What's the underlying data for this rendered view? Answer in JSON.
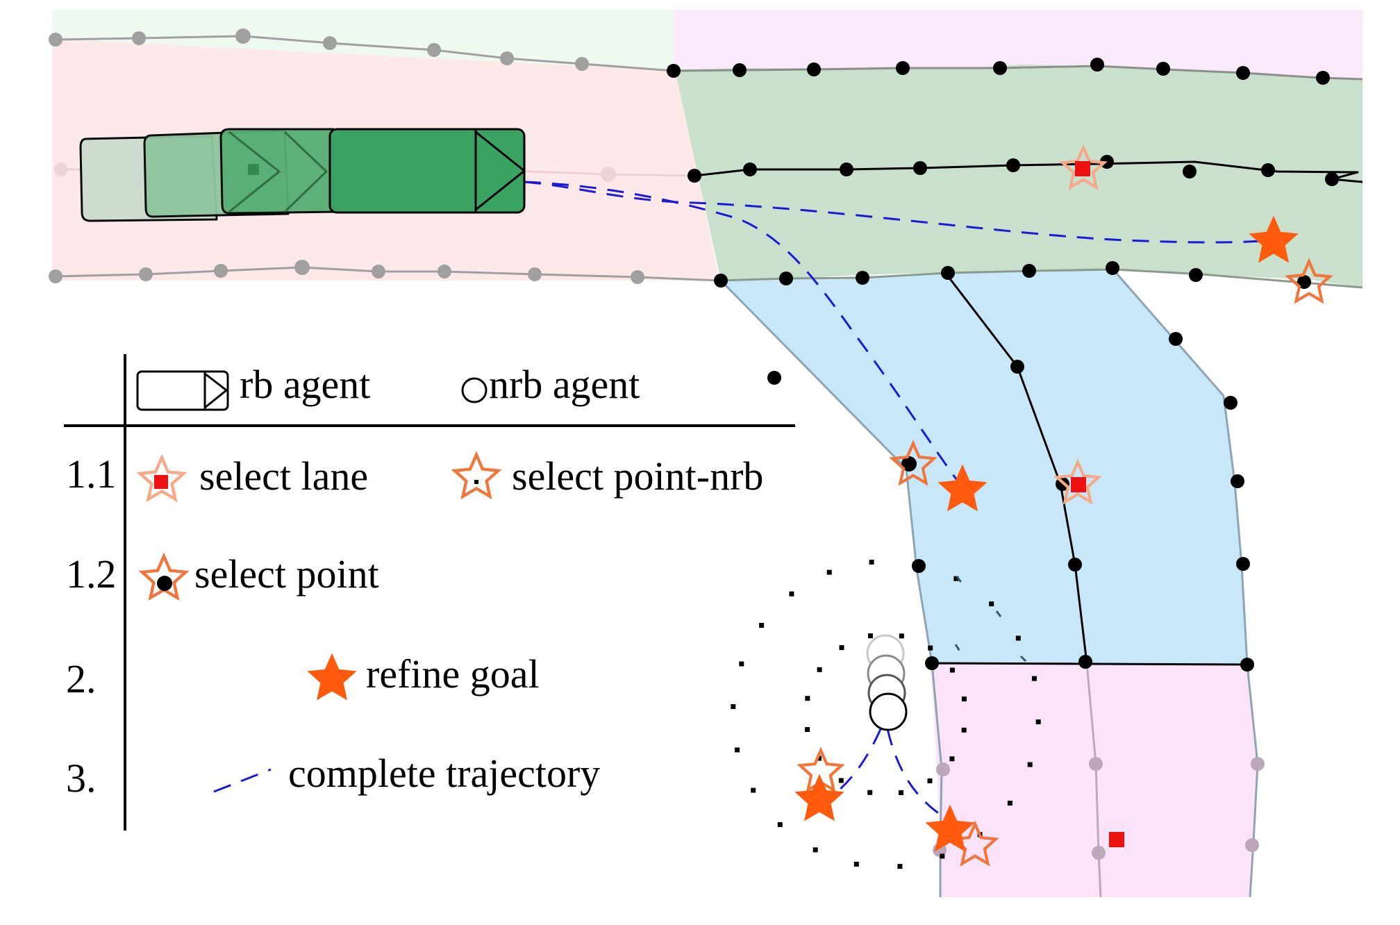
{
  "legend": {
    "header_rb": "rb agent",
    "header_nrb": "nrb agent",
    "rows": [
      {
        "step": "1.1",
        "items": [
          "select lane",
          "select point-nrb"
        ]
      },
      {
        "step": "1.2",
        "items": [
          "select point"
        ]
      },
      {
        "step": "2.",
        "items": [
          "refine goal"
        ]
      },
      {
        "step": "3.",
        "items": [
          "complete trajectory"
        ]
      }
    ]
  },
  "colors": {
    "lane_pink": "#fde9ea",
    "lane_green": "#c9e0cc",
    "lane_blue": "#c8e8fa",
    "lane_magenta": "#fbe3fa",
    "lane_mint": "#eef9ef",
    "lane_violet": "#fbeafb",
    "agent_green": "#3aa362",
    "goal_orange": "#ff5a0e",
    "star_outline": "#f0763c",
    "star_outline_light": "#f6a987",
    "lane_marker_red": "#ee1111",
    "trajectory_blue": "#1a1adb",
    "node_black": "#000000",
    "node_grey": "#a0a0a0",
    "node_violet": "#bba8bb"
  }
}
